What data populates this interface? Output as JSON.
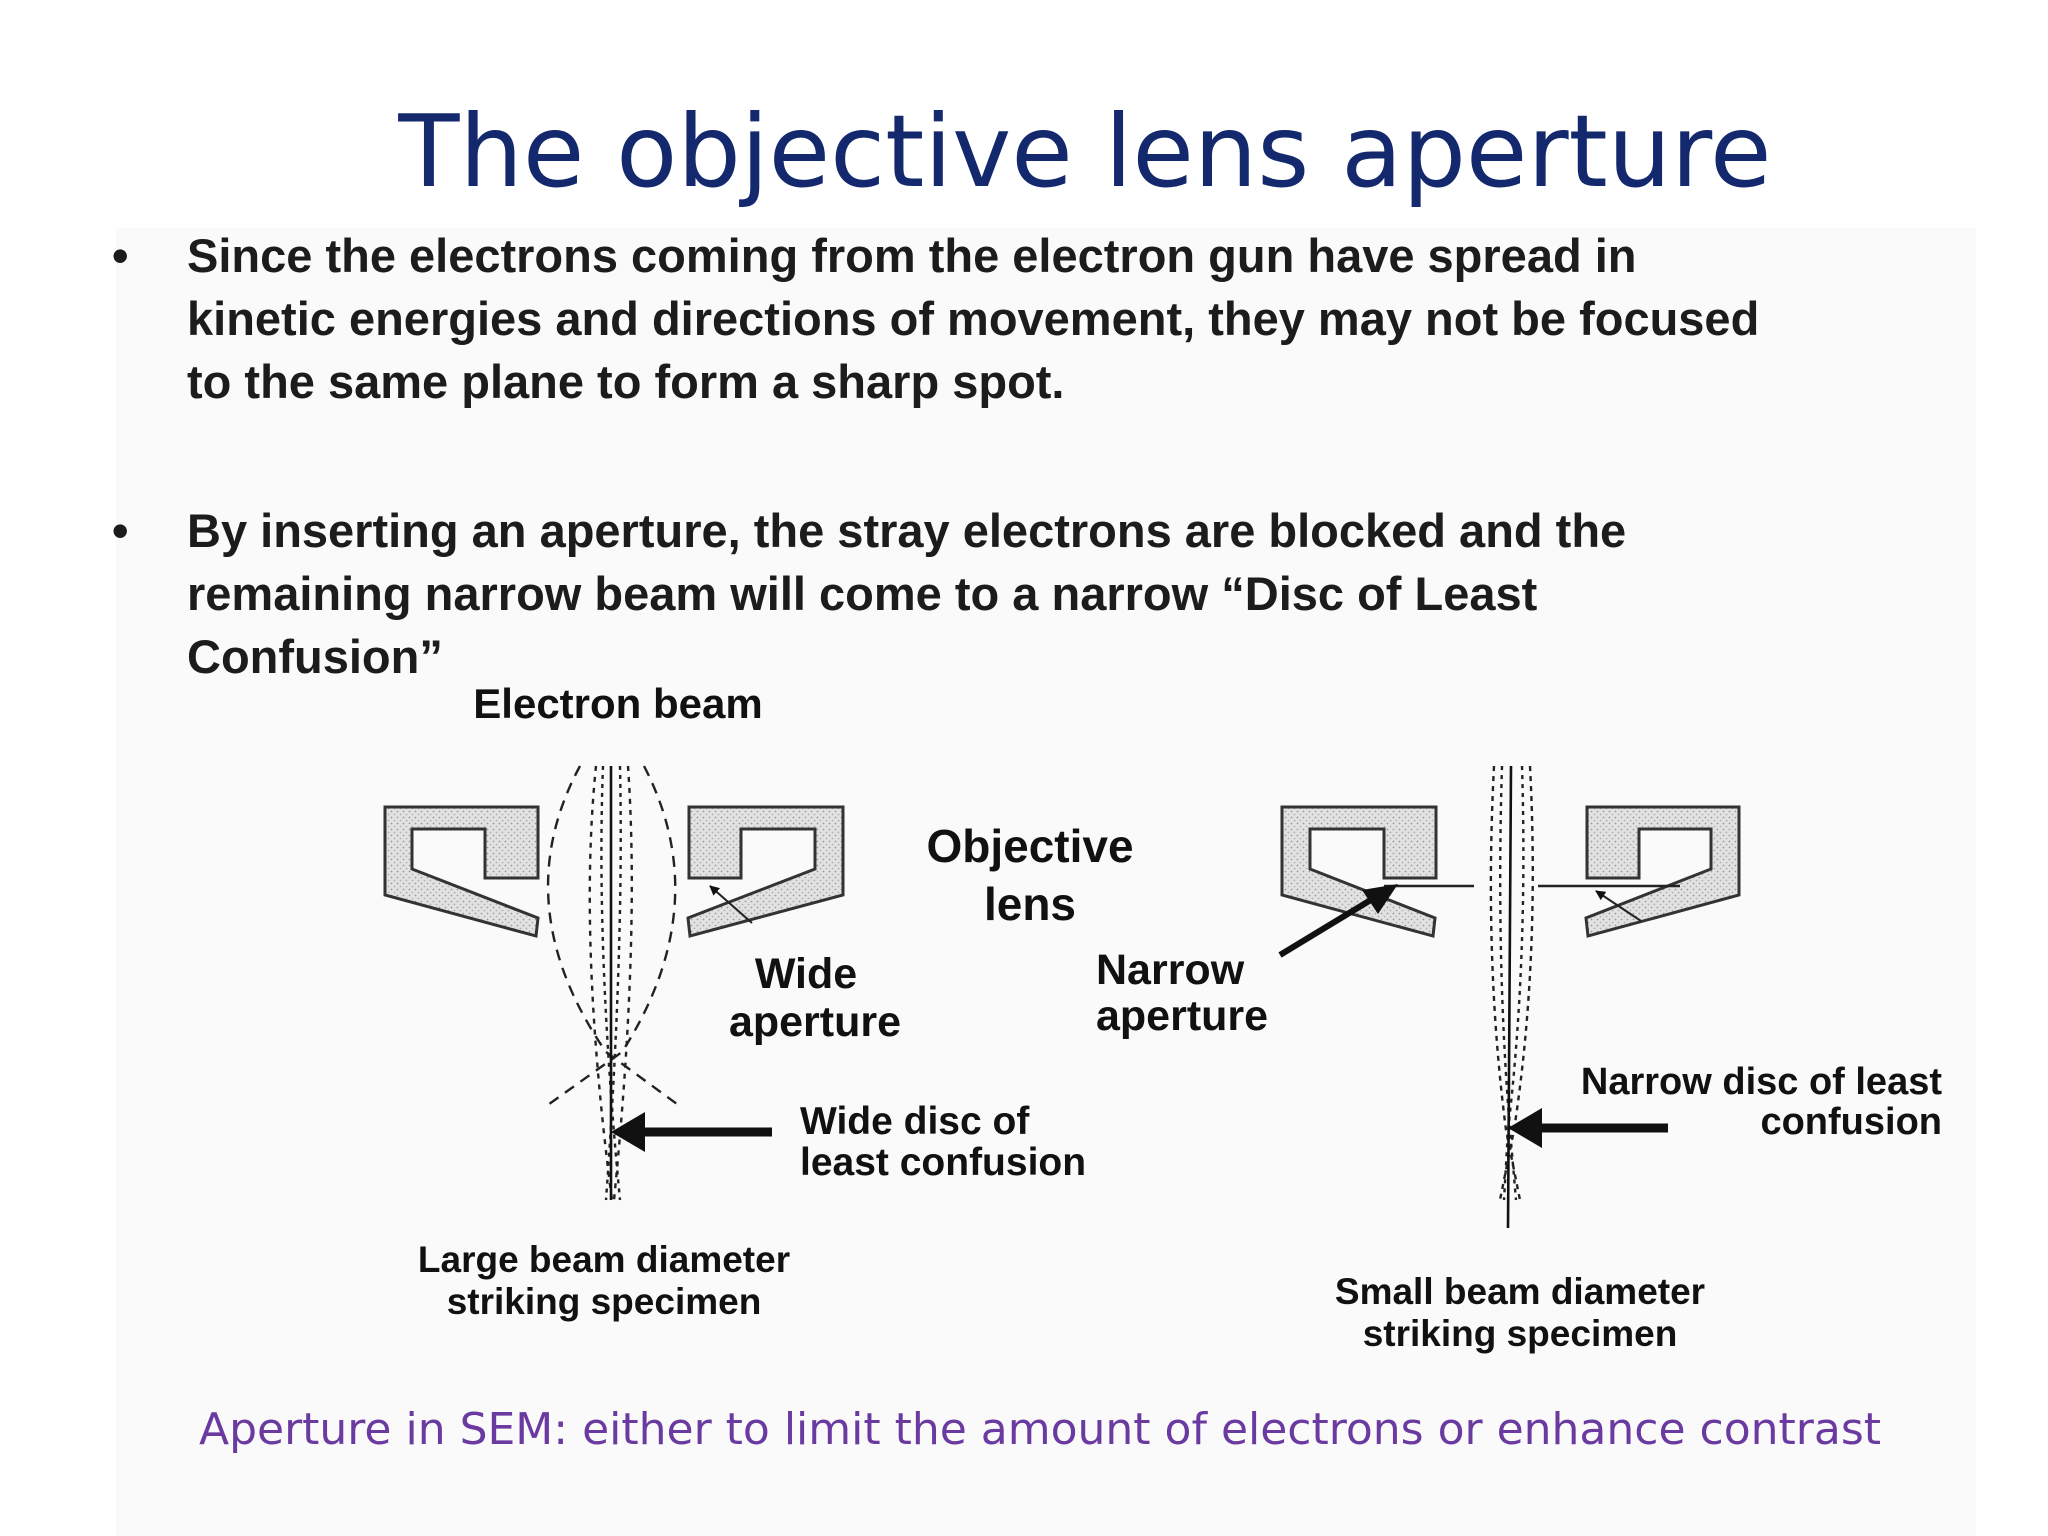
{
  "slide": {
    "title": "The objective lens aperture",
    "bullets": [
      {
        "marker": "•",
        "lines": [
          "Since the electrons coming from the electron gun have spread in",
          "kinetic energies and directions of movement, they may not be focused",
          "to the same plane to form a sharp spot."
        ]
      },
      {
        "marker": "•",
        "lines": [
          "By inserting an aperture, the stray electrons are blocked and the",
          "remaining narrow beam will come to a narrow “Disc of Least",
          "Confusion”"
        ]
      }
    ],
    "caption": "Aperture in SEM: either to limit the amount of electrons or enhance contrast"
  },
  "diagram": {
    "labels": {
      "electron_beam": "Electron beam",
      "objective_lens": [
        "Objective",
        "lens"
      ],
      "wide_aperture": [
        "Wide",
        "aperture"
      ],
      "narrow_aperture": [
        "Narrow",
        "aperture"
      ],
      "wide_disc": [
        "Wide disc of",
        "least confusion"
      ],
      "narrow_disc": [
        "Narrow disc of least",
        "confusion"
      ],
      "large_beam": [
        "Large beam diameter",
        "striking specimen"
      ],
      "small_beam": [
        "Small beam diameter",
        "striking specimen"
      ]
    }
  }
}
